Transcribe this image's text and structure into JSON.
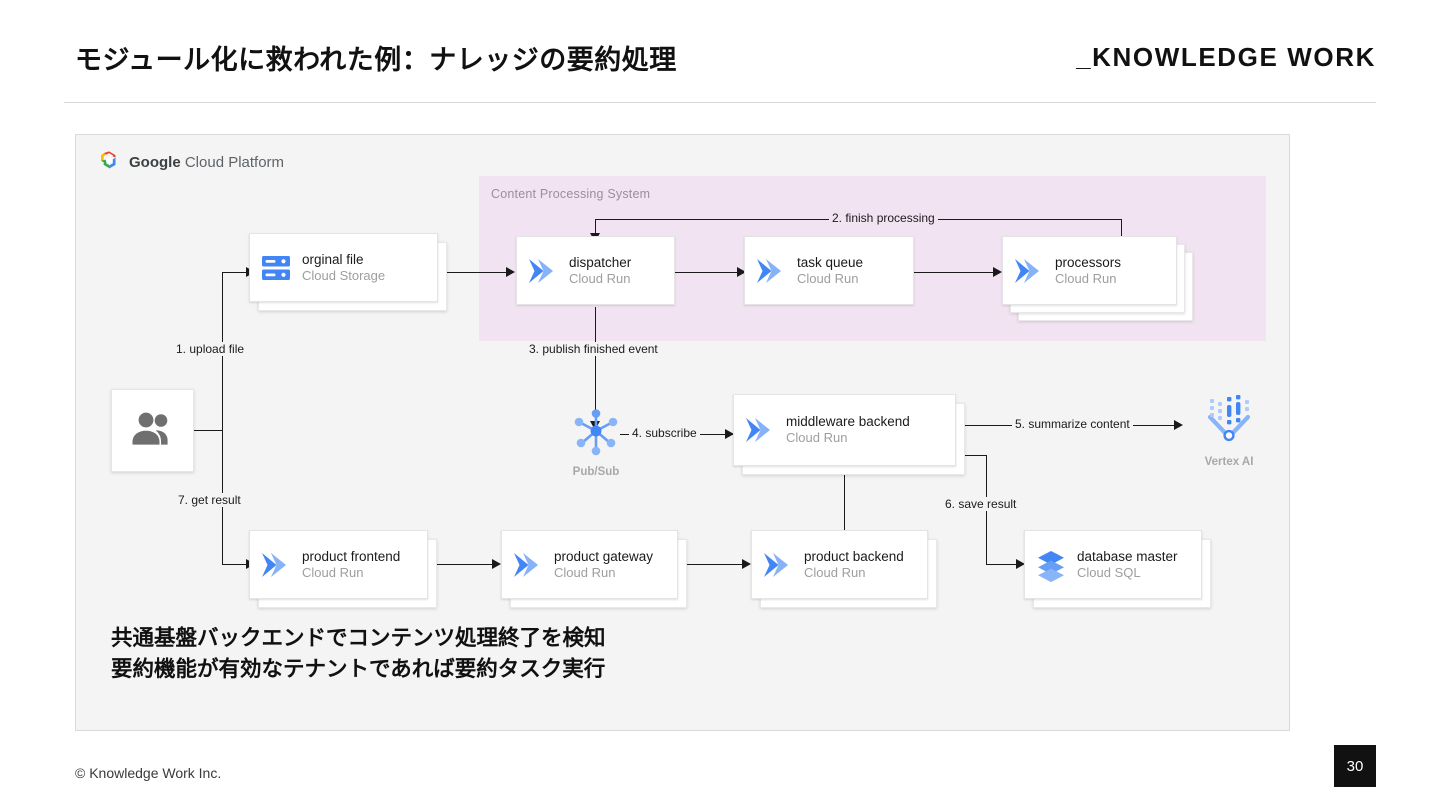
{
  "slide": {
    "title": "モジュール化に救われた例：ナレッジの要約処理",
    "brand": "_KNOWLEDGE WORK",
    "caption": "共通基盤バックエンドでコンテンツ処理終了を検知\n要約機能が有効なテナントであれば要約タスク実行",
    "copyright": "© Knowledge Work Inc.",
    "page_number": "30"
  },
  "canvas": {
    "provider_bold": "Google",
    "provider_rest": " Cloud Platform",
    "subsystem_label": "Content Processing System"
  },
  "nodes": [
    {
      "id": "users",
      "title": "",
      "subtitle": "",
      "icon": "users-icon"
    },
    {
      "id": "orginal-file",
      "title": "orginal file",
      "subtitle": "Cloud Storage",
      "icon": "cloud-storage-icon"
    },
    {
      "id": "dispatcher",
      "title": "dispatcher",
      "subtitle": "Cloud Run",
      "icon": "cloud-run-icon"
    },
    {
      "id": "task-queue",
      "title": "task queue",
      "subtitle": "Cloud Run",
      "icon": "cloud-run-icon"
    },
    {
      "id": "processors",
      "title": "processors",
      "subtitle": "Cloud Run",
      "icon": "cloud-run-icon"
    },
    {
      "id": "pubsub",
      "title": "Pub/Sub",
      "subtitle": "",
      "icon": "pubsub-icon"
    },
    {
      "id": "middleware",
      "title": "middleware backend",
      "subtitle": "Cloud Run",
      "icon": "cloud-run-icon"
    },
    {
      "id": "vertex-ai",
      "title": "Vertex AI",
      "subtitle": "",
      "icon": "vertex-ai-icon"
    },
    {
      "id": "product-frontend",
      "title": "product frontend",
      "subtitle": "Cloud Run",
      "icon": "cloud-run-icon"
    },
    {
      "id": "product-gateway",
      "title": "product gateway",
      "subtitle": "Cloud Run",
      "icon": "cloud-run-icon"
    },
    {
      "id": "product-backend",
      "title": "product backend",
      "subtitle": "Cloud Run",
      "icon": "cloud-run-icon"
    },
    {
      "id": "database-master",
      "title": "database master",
      "subtitle": "Cloud SQL",
      "icon": "cloud-sql-icon"
    }
  ],
  "edges": [
    {
      "id": "e1",
      "label": "1. upload file"
    },
    {
      "id": "e2",
      "label": "2. finish processing"
    },
    {
      "id": "e3",
      "label": "3. publish finished event"
    },
    {
      "id": "e4",
      "label": "4. subscribe"
    },
    {
      "id": "e5",
      "label": "5. summarize content"
    },
    {
      "id": "e6",
      "label": "6. save result"
    },
    {
      "id": "e7",
      "label": "7. get result"
    }
  ],
  "colors": {
    "panel_purple": "#f2e3f2",
    "canvas_gray": "#f4f4f4",
    "cloud_run_blue": "#4285f4",
    "cloud_run_light": "#aecbfa",
    "accent_black": "#111111"
  }
}
